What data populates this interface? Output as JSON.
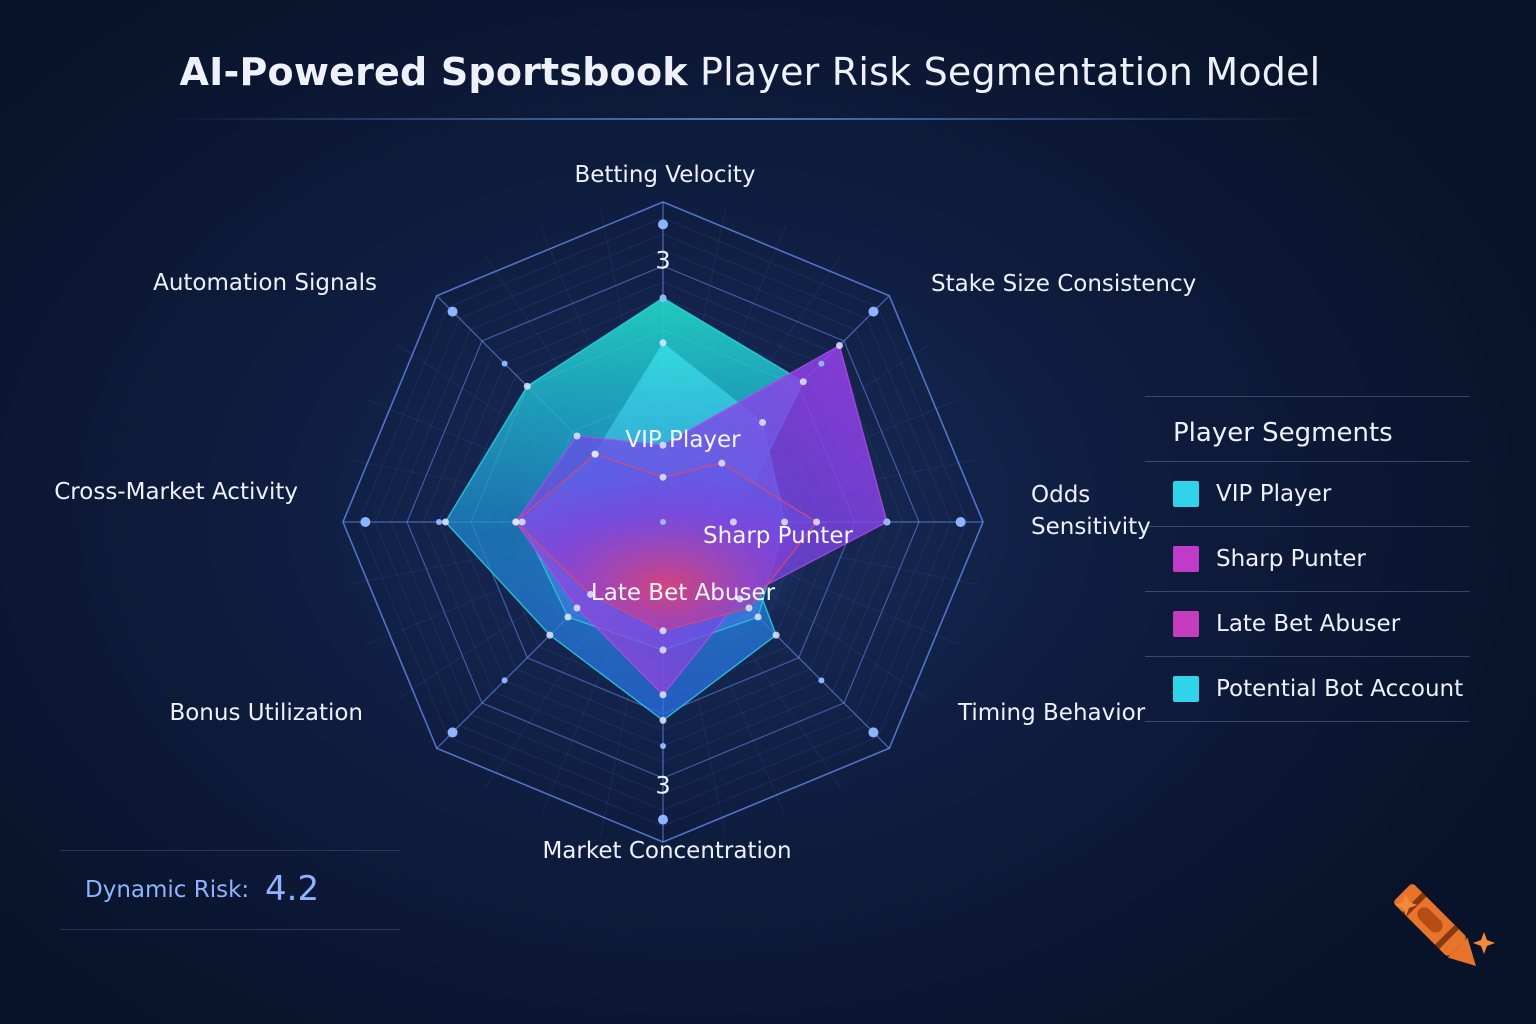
{
  "title": {
    "strong": "AI-Powered Sportsbook",
    "rest": "Player Risk Segmentation Model"
  },
  "chart_data": {
    "type": "radar",
    "title": "AI-Powered Sportsbook Player Risk Segmentation Model",
    "axes": [
      "Betting Velocity",
      "Stake Size Consistency",
      "Odds Sensitivity",
      "Timing Behavior",
      "Market Concentration",
      "Bonus Utilization",
      "Cross-Market Activity",
      "Automation Signals"
    ],
    "axis_max": 5,
    "rings": 5,
    "tick_labels": [
      "3",
      "3"
    ],
    "series": [
      {
        "name": "VIP Player",
        "values": [
          3.5,
          3.1,
          1.1,
          2.5,
          3.1,
          2.5,
          3.4,
          3.0
        ],
        "color": "#2dd8e8"
      },
      {
        "name": "Late Bet Abuser",
        "values": [
          2.8,
          2.2,
          1.9,
          2.1,
          2.0,
          2.1,
          2.2,
          1.5
        ],
        "color": "#2fc6e0"
      },
      {
        "name": "Sharp Punter",
        "values": [
          1.2,
          3.9,
          3.5,
          1.7,
          2.7,
          1.9,
          2.3,
          1.9
        ],
        "color": "#b14be8"
      },
      {
        "name": "Potential Bot Account",
        "values": [
          0.7,
          1.3,
          2.4,
          1.9,
          1.7,
          1.6,
          2.3,
          1.5
        ],
        "color": "#e0476e"
      }
    ],
    "series_labels": [
      "VIP Player",
      "Sharp Punter",
      "Late Bet Abuser"
    ],
    "legend_position": "right"
  },
  "legend": {
    "title": "Player Segments",
    "items": [
      {
        "label": "VIP Player",
        "color": "#2fd3ea"
      },
      {
        "label": "Sharp Punter",
        "color": "#c03cc8"
      },
      {
        "label": "Late Bet Abuser",
        "color": "#c53cbd"
      },
      {
        "label": "Potential Bot Account",
        "color": "#2fd3ea"
      }
    ]
  },
  "risk": {
    "label": "Dynamic Risk:",
    "value": "4.2"
  }
}
